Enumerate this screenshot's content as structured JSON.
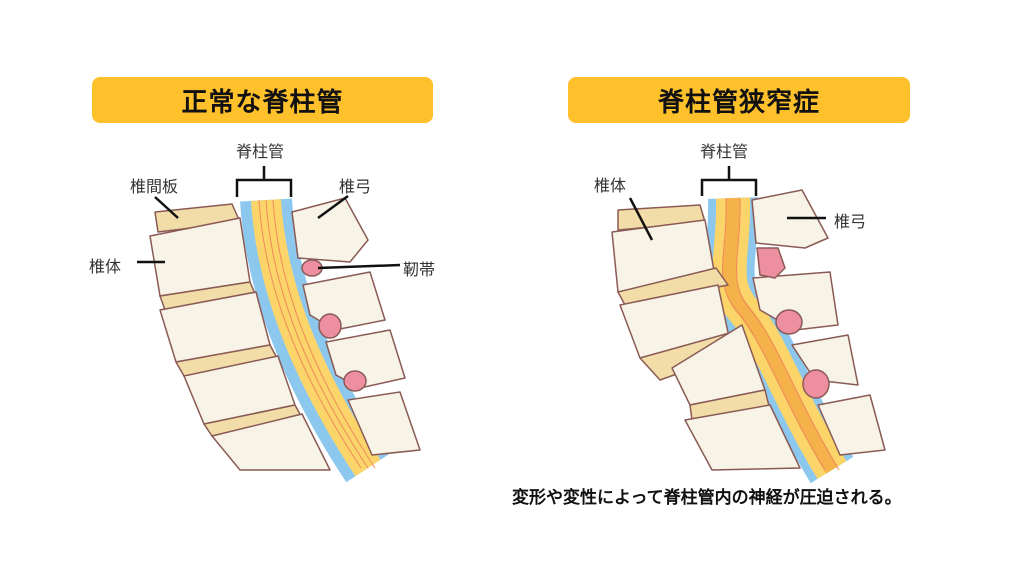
{
  "normal": {
    "title": "正常な脊柱管",
    "labels": {
      "spinal_canal": "脊柱管",
      "disc": "椎間板",
      "body": "椎体",
      "arch": "椎弓",
      "ligament": "靭帯"
    }
  },
  "stenosis": {
    "title": "脊柱管狭窄症",
    "labels": {
      "spinal_canal": "脊柱管",
      "body": "椎体",
      "arch": "椎弓"
    },
    "caption": "変形や変性によって脊柱管内の神経が圧迫される。"
  },
  "colors": {
    "header": "#FFC12B",
    "bone": "#F7F3E6",
    "disc": "#F2DDA8",
    "canal": "#8CC8EE",
    "nerve": "#FBD56A",
    "ligament": "#EE8FA0"
  }
}
